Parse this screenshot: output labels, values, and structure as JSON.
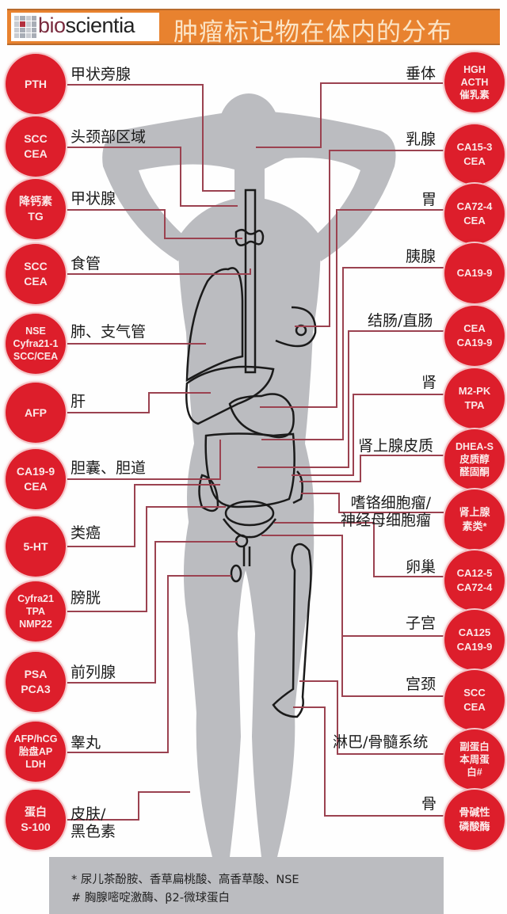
{
  "header": {
    "logo_text_bio": "bio",
    "logo_text_rest": "scientia",
    "title": "肿瘤标记物在体内的分布"
  },
  "colors": {
    "header_bg": "#e8822f",
    "badge_red": "#dd1e2b",
    "silhouette_gray": "#bbbcc0",
    "connector_line": "#9b4250",
    "organ_outline": "#1a1a1a"
  },
  "left_markers": [
    {
      "organ": "甲状旁腺",
      "markers": [
        "PTH"
      ]
    },
    {
      "organ": "头颈部区域",
      "markers": [
        "SCC",
        "CEA"
      ]
    },
    {
      "organ": "甲状腺",
      "markers": [
        "降钙素",
        "TG"
      ]
    },
    {
      "organ": "食管",
      "markers": [
        "SCC",
        "CEA"
      ]
    },
    {
      "organ": "肺、支气管",
      "markers": [
        "NSE",
        "Cyfra21-1",
        "SCC/CEA"
      ]
    },
    {
      "organ": "肝",
      "markers": [
        "AFP"
      ]
    },
    {
      "organ": "胆囊、胆道",
      "markers": [
        "CA19-9",
        "CEA"
      ]
    },
    {
      "organ": "类癌",
      "markers": [
        "5-HT"
      ]
    },
    {
      "organ": "膀胱",
      "markers": [
        "Cyfra21",
        "TPA",
        "NMP22"
      ]
    },
    {
      "organ": "前列腺",
      "markers": [
        "PSA",
        "PCA3"
      ]
    },
    {
      "organ": "睾丸",
      "markers": [
        "AFP/hCG",
        "胎盘AP",
        "LDH"
      ]
    },
    {
      "organ_line1": "皮肤/",
      "organ_line2": "黑色素",
      "markers": [
        "蛋白",
        "S-100"
      ]
    }
  ],
  "right_markers": [
    {
      "organ": "垂体",
      "markers": [
        "HGH",
        "ACTH",
        "催乳素"
      ]
    },
    {
      "organ": "乳腺",
      "markers": [
        "CA15-3",
        "CEA"
      ]
    },
    {
      "organ": "胃",
      "markers": [
        "CA72-4",
        "CEA"
      ]
    },
    {
      "organ": "胰腺",
      "markers": [
        "CA19-9"
      ]
    },
    {
      "organ": "结肠/直肠",
      "markers": [
        "CEA",
        "CA19-9"
      ]
    },
    {
      "organ": "肾",
      "markers": [
        "M2-PK",
        "TPA"
      ]
    },
    {
      "organ": "肾上腺皮质",
      "markers": [
        "DHEA-S",
        "皮质醇",
        "醛固酮"
      ]
    },
    {
      "organ_line1": "嗜铬细胞瘤/",
      "organ_line2": "神经母细胞瘤",
      "markers": [
        "肾上腺",
        "素类*"
      ]
    },
    {
      "organ": "卵巢",
      "markers": [
        "CA12-5",
        "CA72-4"
      ]
    },
    {
      "organ": "子宫",
      "markers": [
        "CA125",
        "CA19-9"
      ]
    },
    {
      "organ": "宫颈",
      "markers": [
        "SCC",
        "CEA"
      ]
    },
    {
      "organ": "淋巴/骨髓系统",
      "markers": [
        "副蛋白",
        "本周蛋",
        "白#"
      ]
    },
    {
      "organ": "骨",
      "markers": [
        "骨碱性",
        "磷酸酶"
      ]
    }
  ],
  "footer": {
    "note1": "* 尿儿茶酚胺、香草扁桃酸、高香草酸、NSE",
    "note2": "# 胸腺嘧啶激酶、β2-微球蛋白"
  }
}
